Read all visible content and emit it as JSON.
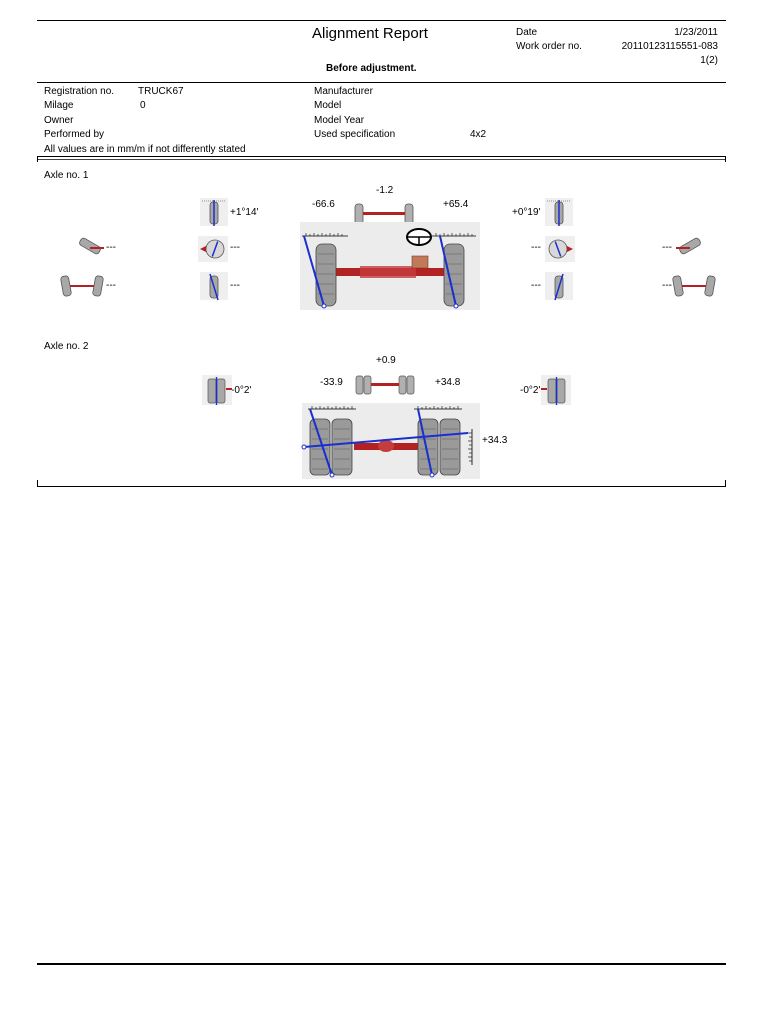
{
  "header": {
    "title": "Alignment Report",
    "subtitle": "Before adjustment.",
    "date_label": "Date",
    "date_value": "1/23/2011",
    "work_order_label": "Work order no.",
    "work_order_value": "20110123115551-083",
    "page": "1(2)"
  },
  "info": {
    "registration_label": "Registration no.",
    "registration_value": "TRUCK67",
    "milage_label": "Milage",
    "milage_value": "0",
    "owner_label": "Owner",
    "performed_by_label": "Performed by",
    "note": "All values are in mm/m if not differently stated",
    "manufacturer_label": "Manufacturer",
    "model_label": "Model",
    "model_year_label": "Model Year",
    "used_spec_label": "Used specification",
    "used_spec_value": "4x2"
  },
  "axle1": {
    "label": "Axle no. 1",
    "total_toe": "-1.2",
    "left_toe": "-66.6",
    "right_toe": "+65.4",
    "left_camber": "+1°14'",
    "right_camber": "+0°19'",
    "steering": "---",
    "left_caster": "---",
    "right_caster": "---",
    "left_kpi": "---",
    "right_kpi": "---",
    "left_setback": "---",
    "right_setback": "---",
    "left_outer": "---",
    "right_outer": "---"
  },
  "axle2": {
    "label": "Axle no. 2",
    "total_toe": "+0.9",
    "left_toe": "-33.9",
    "right_toe": "+34.8",
    "left_camber": "-0°2'",
    "right_camber": "-0°2'",
    "thrust": "+34.3"
  },
  "colors": {
    "axle_red": "#b22222",
    "line_blue": "#1a2fd0",
    "tire_gray": "#9a9a9a",
    "panel_gray": "#e6e6e6"
  }
}
